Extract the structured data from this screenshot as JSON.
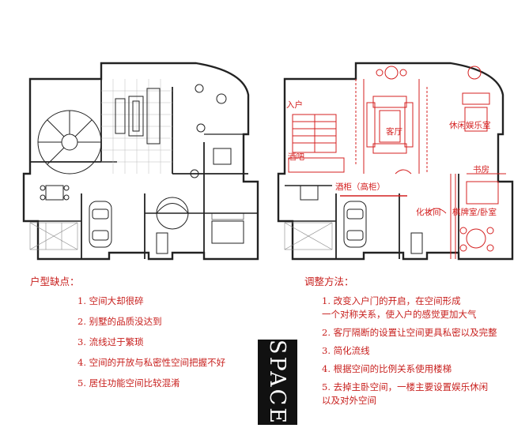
{
  "logo_text": "SPACE",
  "colors": {
    "annotation_red": "#d42020",
    "line_black": "#222222",
    "logo_bg": "#111111"
  },
  "room_labels": {
    "entry": "入户",
    "living": "客厅",
    "leisure": "休闲娱乐室",
    "bar": "酒吧",
    "study": "书房",
    "wine_cabinet": "酒柜（高柜）",
    "dressing": "化妆间",
    "chess_bed": "棋牌室/卧室"
  },
  "defects": {
    "heading": "户型缺点：",
    "items": [
      "1. 空间大却很碎",
      "2. 别墅的品质没达到",
      "3. 流线过于繁琐",
      "4. 空间的开放与私密性空间把握不好",
      "5. 居住功能空间比较混淆"
    ]
  },
  "adjustments": {
    "heading": "调整方法：",
    "items": [
      "1. 改变入户门的开启，在空间形成",
      "一个对称关系，使入户的感觉更加大气",
      "2. 客厅隔断的设置让空间更具私密以及完整",
      "3. 简化流线",
      "4. 根据空间的比例关系使用楼梯",
      "5. 去掉主卧空间，一楼主要设置娱乐休闲",
      "以及对外空间"
    ]
  }
}
